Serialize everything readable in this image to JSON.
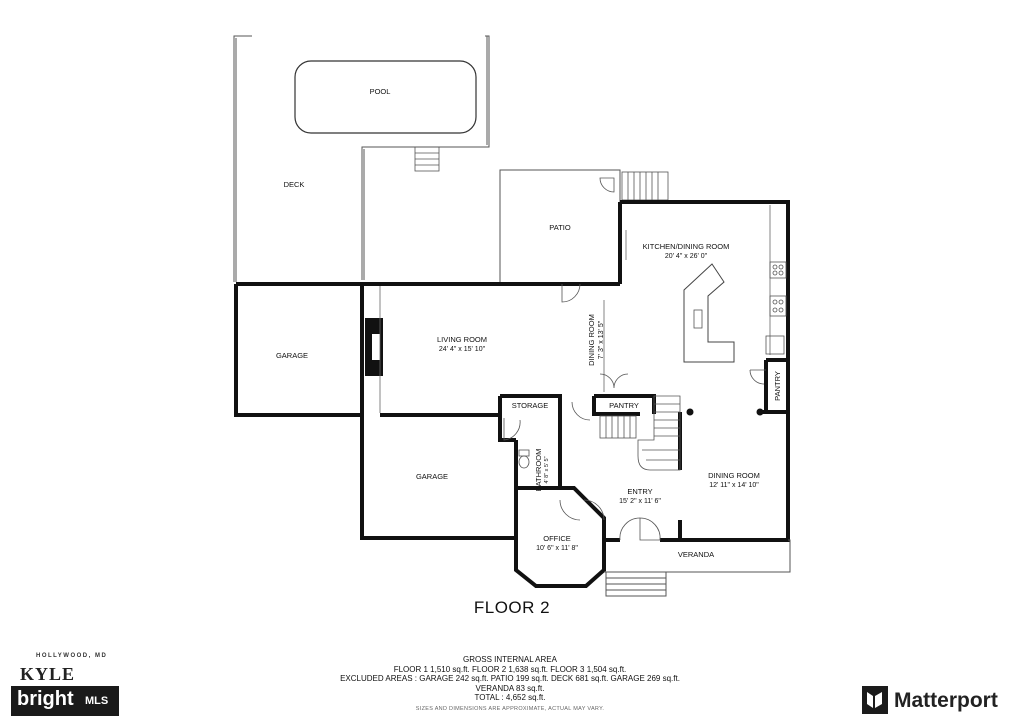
{
  "rooms": {
    "pool": "POOL",
    "deck": "DECK",
    "patio": "PATIO",
    "kitchen": "KITCHEN/DINING ROOM",
    "kitchen_dim": "20' 4\" x 26' 0\"",
    "garage_left": "GARAGE",
    "living": "LIVING ROOM",
    "living_dim": "24' 4\" x 15' 10\"",
    "dining_small": "DINING ROOM",
    "dining_small_dim": "7' 3\" x 13' 5\"",
    "pantry_right": "PANTRY",
    "storage": "STORAGE",
    "pantry_center": "PANTRY",
    "garage_lower": "GARAGE",
    "bathroom": "BATHROOM",
    "bathroom_dim": "4' 8\" x 5' 5\"",
    "entry": "ENTRY",
    "entry_dim": "15' 2\" x 11' 6\"",
    "dining": "DINING ROOM",
    "dining_dim": "12' 11\" x 14' 10\"",
    "office": "OFFICE",
    "office_dim": "10' 6\" x 11' 8\"",
    "veranda": "VERANDA"
  },
  "floor_title": "FLOOR 2",
  "summary": {
    "heading": "GROSS INTERNAL AREA",
    "floors": "FLOOR 1 1,510 sq.ft.   FLOOR 2 1,638 sq.ft.   FLOOR 3 1,504 sq.ft.",
    "excluded": "EXCLUDED AREAS :  GARAGE 242 sq.ft.   PATIO 199 sq.ft.   DECK 681 sq.ft.   GARAGE 269 sq.ft.",
    "veranda": "VERANDA 83 sq.ft.",
    "total": "TOTAL :  4,652 sq.ft.",
    "disclaimer": "SIZES AND DIMENSIONS ARE APPROXIMATE, ACTUAL MAY VARY."
  },
  "branding": {
    "agent_location": "HOLLYWOOD, MD",
    "agent_name": "KYLE WEAVER",
    "mls_left": "bright",
    "mls_right": "MLS",
    "provider": "Matterport",
    "provider_icon": "matterport-logo-icon"
  },
  "colors": {
    "wall": "#111111",
    "thin_line": "#555555",
    "background": "#ffffff"
  }
}
